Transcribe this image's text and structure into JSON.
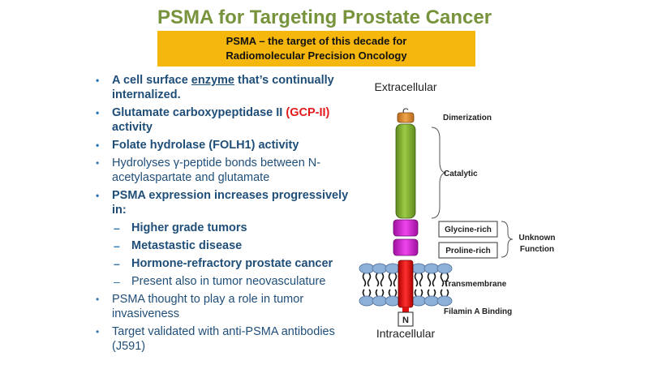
{
  "title": "PSMA for Targeting Prostate Cancer",
  "banner": {
    "line1": "PSMA – the target of this decade for",
    "line2": "Radiomolecular Precision Oncology"
  },
  "bullets": {
    "b1_pre": "A cell surface ",
    "b1_enzyme": "enzyme",
    "b1_post": " that’s continually internalized.",
    "b2_text": "Glutamate carboxypeptidase II ",
    "b2_red": "(GCP-II)",
    "b2_post": " activity",
    "b3": "Folate hydrolase (FOLH1) activity",
    "b4": "Hydrolyses γ-peptide bonds between N-acetylaspartate and glutamate",
    "b5": "PSMA expression increases progressively in:",
    "s1": "Higher grade tumors",
    "s2": "Metastastic disease",
    "s3": "Hormone-refractory prostate cancer",
    "s4": "Present also in tumor neovasculature",
    "b6": "PSMA thought to play a role in tumor invasiveness",
    "b7": "Target validated with anti-PSMA antibodies (J591)"
  },
  "diagram": {
    "extracellular": "Extracellular",
    "intracellular": "Intracellular",
    "c_terminus": "C",
    "n_terminus": "N",
    "dimerization": "Dimerization",
    "catalytic": "Catalytic",
    "glycine_rich": "Glycine-rich",
    "proline_rich": "Proline-rich",
    "unknown_line1": "Unknown",
    "unknown_line2": "Function",
    "transmembrane": "Transmembrane",
    "filamin": "Filamin A Binding",
    "colors": {
      "dimerization": "#d9822b",
      "catalytic": "#7fae2e",
      "glycine": "#cc22cc",
      "transmembrane": "#e01010",
      "lipid_head": "#8db0d8"
    }
  }
}
